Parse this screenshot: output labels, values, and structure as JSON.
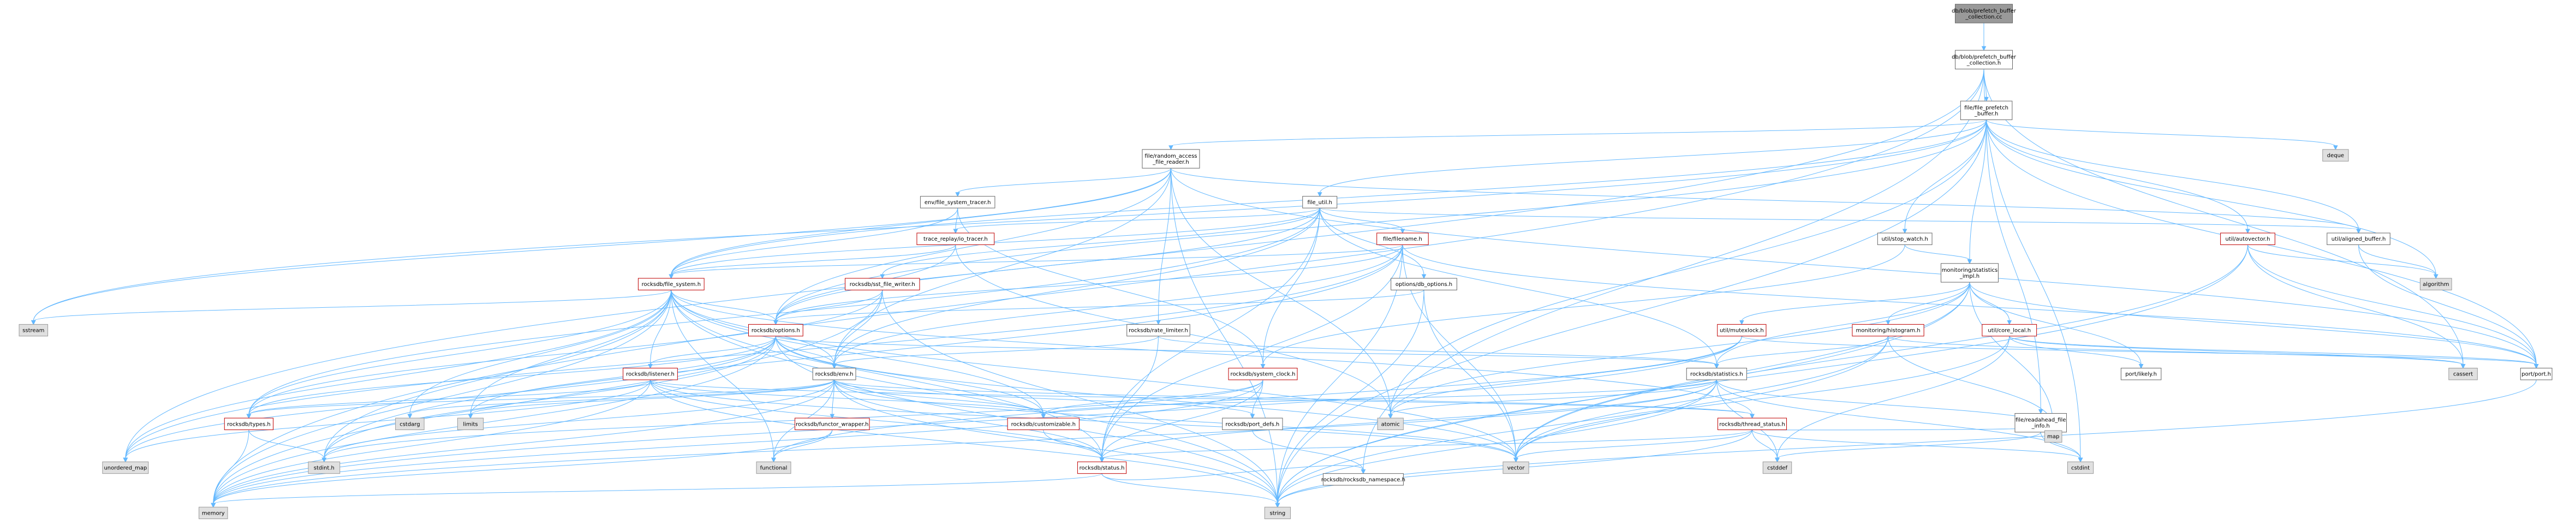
{
  "graph": {
    "nodes": [
      {
        "id": "root",
        "lines": [
          "db/blob/prefetch_buffer",
          "_collection.cc"
        ],
        "kind": "root"
      },
      {
        "id": "pbc_h",
        "lines": [
          "db/blob/prefetch_buffer",
          "_collection.h"
        ],
        "kind": "project"
      },
      {
        "id": "fpb_h",
        "lines": [
          "file/file_prefetch",
          "_buffer.h"
        ],
        "kind": "project"
      },
      {
        "id": "rafr_h",
        "lines": [
          "file/random_access",
          "_file_reader.h"
        ],
        "kind": "project"
      },
      {
        "id": "fst_h",
        "lines": [
          "env/file_system_tracer.h"
        ],
        "kind": "project"
      },
      {
        "id": "file_util_h",
        "lines": [
          "file_util.h"
        ],
        "kind": "project"
      },
      {
        "id": "trt_h",
        "lines": [
          "trace_replay/io_tracer.h"
        ],
        "kind": "project-red"
      },
      {
        "id": "filename_h",
        "lines": [
          "file/filename.h"
        ],
        "kind": "project-red"
      },
      {
        "id": "sst_writer_h",
        "lines": [
          "rocksdb/sst_file_writer.h"
        ],
        "kind": "project-red"
      },
      {
        "id": "opt_opts_h",
        "lines": [
          "options/db_options.h"
        ],
        "kind": "project"
      },
      {
        "id": "stop_watch_h",
        "lines": [
          "util/stop_watch.h"
        ],
        "kind": "project"
      },
      {
        "id": "stats_impl_h",
        "lines": [
          "monitoring/statistics",
          "_impl.h"
        ],
        "kind": "project"
      },
      {
        "id": "autovector_h",
        "lines": [
          "util/autovector.h"
        ],
        "kind": "project-red"
      },
      {
        "id": "aligned_buf_h",
        "lines": [
          "util/aligned_buffer.h"
        ],
        "kind": "project"
      },
      {
        "id": "deque",
        "lines": [
          "deque"
        ],
        "kind": "system"
      },
      {
        "id": "algorithm",
        "lines": [
          "algorithm"
        ],
        "kind": "system"
      },
      {
        "id": "cassert",
        "lines": [
          "cassert"
        ],
        "kind": "system"
      },
      {
        "id": "fs_h",
        "lines": [
          "rocksdb/file_system.h"
        ],
        "kind": "project-red"
      },
      {
        "id": "options_h",
        "lines": [
          "rocksdb/options.h"
        ],
        "kind": "project-red"
      },
      {
        "id": "rate_lim_h",
        "lines": [
          "rocksdb/rate_limiter.h"
        ],
        "kind": "project"
      },
      {
        "id": "mutexlock_h",
        "lines": [
          "util/mutexlock.h"
        ],
        "kind": "project-red"
      },
      {
        "id": "histogram_h",
        "lines": [
          "monitoring/histogram.h"
        ],
        "kind": "project-red"
      },
      {
        "id": "core_local_h",
        "lines": [
          "util/core_local.h"
        ],
        "kind": "project-red"
      },
      {
        "id": "sstream",
        "lines": [
          "sstream"
        ],
        "kind": "system"
      },
      {
        "id": "listener_h",
        "lines": [
          "rocksdb/listener.h"
        ],
        "kind": "project-red"
      },
      {
        "id": "env_h",
        "lines": [
          "rocksdb/env.h"
        ],
        "kind": "project"
      },
      {
        "id": "sys_clock_h",
        "lines": [
          "rocksdb/system_clock.h"
        ],
        "kind": "project-red"
      },
      {
        "id": "statistics_h",
        "lines": [
          "rocksdb/statistics.h"
        ],
        "kind": "project"
      },
      {
        "id": "port_likely_h",
        "lines": [
          "port/likely.h"
        ],
        "kind": "project"
      },
      {
        "id": "port_port_h",
        "lines": [
          "port/port.h"
        ],
        "kind": "project"
      },
      {
        "id": "types_h",
        "lines": [
          "rocksdb/types.h"
        ],
        "kind": "project-red"
      },
      {
        "id": "cstdarg",
        "lines": [
          "cstdarg"
        ],
        "kind": "system"
      },
      {
        "id": "limits",
        "lines": [
          "limits"
        ],
        "kind": "system"
      },
      {
        "id": "func_wrap_h",
        "lines": [
          "rocksdb/functor_wrapper.h"
        ],
        "kind": "project-red"
      },
      {
        "id": "customizable_h",
        "lines": [
          "rocksdb/customizable.h"
        ],
        "kind": "project-red"
      },
      {
        "id": "port_defs_h",
        "lines": [
          "rocksdb/port_defs.h"
        ],
        "kind": "project"
      },
      {
        "id": "atomic",
        "lines": [
          "atomic"
        ],
        "kind": "system"
      },
      {
        "id": "thread_status_h",
        "lines": [
          "rocksdb/thread_status.h"
        ],
        "kind": "project-red"
      },
      {
        "id": "readahead_h",
        "lines": [
          "file/readahead_file",
          "_info.h"
        ],
        "kind": "project"
      },
      {
        "id": "unordered_map",
        "lines": [
          "unordered_map"
        ],
        "kind": "system"
      },
      {
        "id": "stdint_h",
        "lines": [
          "stdint.h"
        ],
        "kind": "system"
      },
      {
        "id": "functional",
        "lines": [
          "functional"
        ],
        "kind": "system"
      },
      {
        "id": "status_h",
        "lines": [
          "rocksdb/status.h"
        ],
        "kind": "project-red"
      },
      {
        "id": "rdb_ns_h",
        "lines": [
          "rocksdb/rocksdb_namespace.h"
        ],
        "kind": "project"
      },
      {
        "id": "vector",
        "lines": [
          "vector"
        ],
        "kind": "system"
      },
      {
        "id": "cstddef",
        "lines": [
          "cstddef"
        ],
        "kind": "system"
      },
      {
        "id": "cstdint",
        "lines": [
          "cstdint"
        ],
        "kind": "system"
      },
      {
        "id": "map",
        "lines": [
          "map"
        ],
        "kind": "system"
      },
      {
        "id": "memory",
        "lines": [
          "memory"
        ],
        "kind": "system"
      },
      {
        "id": "string",
        "lines": [
          "string"
        ],
        "kind": "system"
      }
    ],
    "edges": [
      [
        "root",
        "pbc_h"
      ],
      [
        "pbc_h",
        "fpb_h"
      ],
      [
        "pbc_h",
        "unordered_map"
      ],
      [
        "pbc_h",
        "memory"
      ],
      [
        "pbc_h",
        "cassert"
      ],
      [
        "pbc_h",
        "cstdint"
      ],
      [
        "pbc_h",
        "rdb_ns_h"
      ],
      [
        "fpb_h",
        "rafr_h"
      ],
      [
        "fpb_h",
        "file_util_h"
      ],
      [
        "fpb_h",
        "stop_watch_h"
      ],
      [
        "fpb_h",
        "stats_impl_h"
      ],
      [
        "fpb_h",
        "autovector_h"
      ],
      [
        "fpb_h",
        "aligned_buf_h"
      ],
      [
        "fpb_h",
        "deque"
      ],
      [
        "fpb_h",
        "algorithm"
      ],
      [
        "fpb_h",
        "fs_h"
      ],
      [
        "fpb_h",
        "options_h"
      ],
      [
        "fpb_h",
        "port_port_h"
      ],
      [
        "fpb_h",
        "readahead_h"
      ],
      [
        "fpb_h",
        "atomic"
      ],
      [
        "fpb_h",
        "sstream"
      ],
      [
        "fpb_h",
        "string"
      ],
      [
        "rafr_h",
        "fst_h"
      ],
      [
        "rafr_h",
        "fs_h"
      ],
      [
        "rafr_h",
        "options_h"
      ],
      [
        "rafr_h",
        "rate_lim_h"
      ],
      [
        "rafr_h",
        "env_h"
      ],
      [
        "rafr_h",
        "aligned_buf_h"
      ],
      [
        "rafr_h",
        "port_port_h"
      ],
      [
        "rafr_h",
        "atomic"
      ],
      [
        "rafr_h",
        "sstream"
      ],
      [
        "rafr_h",
        "string"
      ],
      [
        "fst_h",
        "trt_h"
      ],
      [
        "fst_h",
        "fs_h"
      ],
      [
        "fst_h",
        "sys_clock_h"
      ],
      [
        "file_util_h",
        "trt_h"
      ],
      [
        "file_util_h",
        "filename_h"
      ],
      [
        "file_util_h",
        "sst_writer_h"
      ],
      [
        "file_util_h",
        "opt_opts_h"
      ],
      [
        "file_util_h",
        "fs_h"
      ],
      [
        "file_util_h",
        "options_h"
      ],
      [
        "file_util_h",
        "env_h"
      ],
      [
        "file_util_h",
        "statistics_h"
      ],
      [
        "file_util_h",
        "sys_clock_h"
      ],
      [
        "file_util_h",
        "status_h"
      ],
      [
        "file_util_h",
        "types_h"
      ],
      [
        "file_util_h",
        "aligned_buf_h"
      ],
      [
        "trt_h",
        "fs_h"
      ],
      [
        "trt_h",
        "options_h"
      ],
      [
        "trt_h",
        "atomic"
      ],
      [
        "filename_h",
        "fs_h"
      ],
      [
        "filename_h",
        "options_h"
      ],
      [
        "filename_h",
        "env_h"
      ],
      [
        "filename_h",
        "port_port_h"
      ],
      [
        "filename_h",
        "status_h"
      ],
      [
        "filename_h",
        "string"
      ],
      [
        "filename_h",
        "unordered_map"
      ],
      [
        "filename_h",
        "vector"
      ],
      [
        "filename_h",
        "stdint_h"
      ],
      [
        "sst_writer_h",
        "options_h"
      ],
      [
        "sst_writer_h",
        "env_h"
      ],
      [
        "sst_writer_h",
        "types_h"
      ],
      [
        "sst_writer_h",
        "memory"
      ],
      [
        "sst_writer_h",
        "string"
      ],
      [
        "opt_opts_h",
        "options_h"
      ],
      [
        "opt_opts_h",
        "vector"
      ],
      [
        "opt_opts_h",
        "string"
      ],
      [
        "stop_watch_h",
        "stats_impl_h"
      ],
      [
        "stop_watch_h",
        "sys_clock_h"
      ],
      [
        "stats_impl_h",
        "mutexlock_h"
      ],
      [
        "stats_impl_h",
        "histogram_h"
      ],
      [
        "stats_impl_h",
        "core_local_h"
      ],
      [
        "stats_impl_h",
        "statistics_h"
      ],
      [
        "stats_impl_h",
        "port_likely_h"
      ],
      [
        "stats_impl_h",
        "port_port_h"
      ],
      [
        "stats_impl_h",
        "atomic"
      ],
      [
        "stats_impl_h",
        "map"
      ],
      [
        "stats_impl_h",
        "string"
      ],
      [
        "stats_impl_h",
        "vector"
      ],
      [
        "autovector_h",
        "algorithm"
      ],
      [
        "autovector_h",
        "cassert"
      ],
      [
        "autovector_h",
        "port_port_h"
      ],
      [
        "autovector_h",
        "string"
      ],
      [
        "autovector_h",
        "vector"
      ],
      [
        "aligned_buf_h",
        "algorithm"
      ],
      [
        "aligned_buf_h",
        "port_port_h"
      ],
      [
        "fs_h",
        "env_h"
      ],
      [
        "fs_h",
        "options_h"
      ],
      [
        "fs_h",
        "listener_h"
      ],
      [
        "fs_h",
        "types_h"
      ],
      [
        "fs_h",
        "customizable_h"
      ],
      [
        "fs_h",
        "sstream"
      ],
      [
        "fs_h",
        "unordered_map"
      ],
      [
        "fs_h",
        "stdint_h"
      ],
      [
        "fs_h",
        "cstdarg"
      ],
      [
        "fs_h",
        "limits"
      ],
      [
        "fs_h",
        "functional"
      ],
      [
        "fs_h",
        "memory"
      ],
      [
        "fs_h",
        "string"
      ],
      [
        "fs_h",
        "vector"
      ],
      [
        "fs_h",
        "thread_status_h"
      ],
      [
        "fs_h",
        "status_h"
      ],
      [
        "options_h",
        "env_h"
      ],
      [
        "options_h",
        "listener_h"
      ],
      [
        "options_h",
        "types_h"
      ],
      [
        "options_h",
        "customizable_h"
      ],
      [
        "options_h",
        "statistics_h"
      ],
      [
        "options_h",
        "limits"
      ],
      [
        "options_h",
        "memory"
      ],
      [
        "options_h",
        "string"
      ],
      [
        "options_h",
        "unordered_map"
      ],
      [
        "options_h",
        "vector"
      ],
      [
        "options_h",
        "stdint_h"
      ],
      [
        "rate_lim_h",
        "env_h"
      ],
      [
        "rate_lim_h",
        "statistics_h"
      ],
      [
        "rate_lim_h",
        "status_h"
      ],
      [
        "mutexlock_h",
        "atomic"
      ],
      [
        "mutexlock_h",
        "port_port_h"
      ],
      [
        "mutexlock_h",
        "functional"
      ],
      [
        "mutexlock_h",
        "memory"
      ],
      [
        "histogram_h",
        "statistics_h"
      ],
      [
        "histogram_h",
        "cassert"
      ],
      [
        "histogram_h",
        "map"
      ],
      [
        "histogram_h",
        "string"
      ],
      [
        "histogram_h",
        "vector"
      ],
      [
        "core_local_h",
        "port_likely_h"
      ],
      [
        "core_local_h",
        "port_port_h"
      ],
      [
        "core_local_h",
        "cassert"
      ],
      [
        "core_local_h",
        "cstddef"
      ],
      [
        "core_local_h",
        "vector"
      ],
      [
        "listener_h",
        "types_h"
      ],
      [
        "listener_h",
        "customizable_h"
      ],
      [
        "listener_h",
        "status_h"
      ],
      [
        "listener_h",
        "thread_status_h"
      ],
      [
        "listener_h",
        "memory"
      ],
      [
        "listener_h",
        "string"
      ],
      [
        "listener_h",
        "unordered_map"
      ],
      [
        "listener_h",
        "vector"
      ],
      [
        "env_h",
        "customizable_h"
      ],
      [
        "env_h",
        "func_wrap_h"
      ],
      [
        "env_h",
        "port_defs_h"
      ],
      [
        "env_h",
        "status_h"
      ],
      [
        "env_h",
        "thread_status_h"
      ],
      [
        "env_h",
        "cstdarg"
      ],
      [
        "env_h",
        "functional"
      ],
      [
        "env_h",
        "limits"
      ],
      [
        "env_h",
        "memory"
      ],
      [
        "env_h",
        "string"
      ],
      [
        "env_h",
        "vector"
      ],
      [
        "env_h",
        "stdint_h"
      ],
      [
        "env_h",
        "types_h"
      ],
      [
        "sys_clock_h",
        "customizable_h"
      ],
      [
        "sys_clock_h",
        "port_defs_h"
      ],
      [
        "sys_clock_h",
        "status_h"
      ],
      [
        "sys_clock_h",
        "memory"
      ],
      [
        "sys_clock_h",
        "stdint_h"
      ],
      [
        "statistics_h",
        "customizable_h"
      ],
      [
        "statistics_h",
        "status_h"
      ],
      [
        "statistics_h",
        "atomic"
      ],
      [
        "statistics_h",
        "cstddef"
      ],
      [
        "statistics_h",
        "cstdint"
      ],
      [
        "statistics_h",
        "map"
      ],
      [
        "statistics_h",
        "memory"
      ],
      [
        "statistics_h",
        "string"
      ],
      [
        "statistics_h",
        "vector"
      ],
      [
        "port_port_h",
        "string"
      ],
      [
        "types_h",
        "stdint_h"
      ],
      [
        "types_h",
        "memory"
      ],
      [
        "func_wrap_h",
        "functional"
      ],
      [
        "func_wrap_h",
        "memory"
      ],
      [
        "func_wrap_h",
        "utility"
      ],
      [
        "customizable_h",
        "status_h"
      ],
      [
        "port_defs_h",
        "rdb_ns_h"
      ],
      [
        "thread_status_h",
        "cstddef"
      ],
      [
        "thread_status_h",
        "cstdint"
      ],
      [
        "thread_status_h",
        "map"
      ],
      [
        "thread_status_h",
        "string"
      ],
      [
        "thread_status_h",
        "vector"
      ],
      [
        "thread_status_h",
        "status_h"
      ],
      [
        "readahead_h",
        "cstddef"
      ],
      [
        "readahead_h",
        "cstdint"
      ],
      [
        "status_h",
        "memory"
      ],
      [
        "status_h",
        "string"
      ],
      [
        "status_h",
        "rdb_ns_h"
      ]
    ]
  }
}
